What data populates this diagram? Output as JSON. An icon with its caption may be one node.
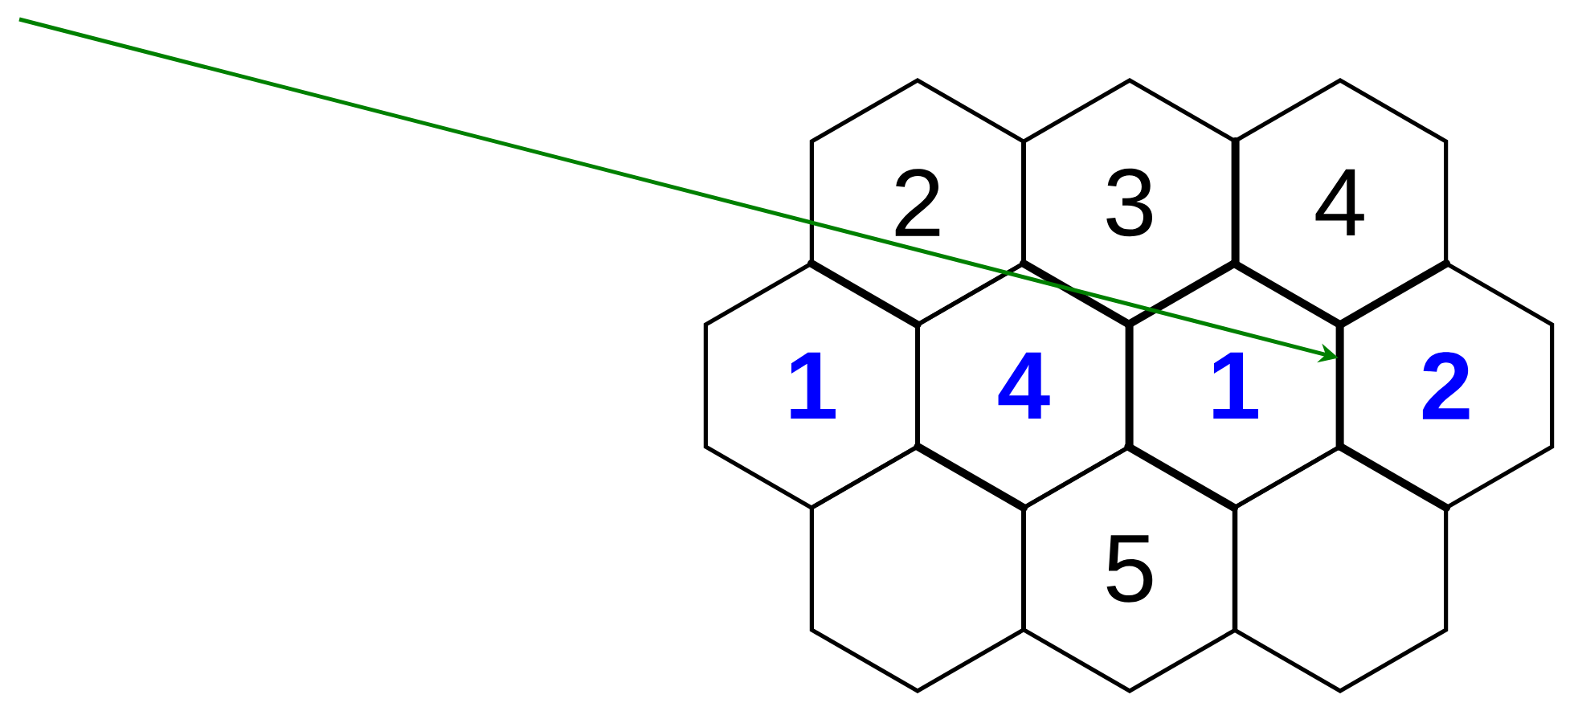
{
  "diagram": {
    "nodes": [
      {
        "text": [
          "2"
        ]
      },
      {
        "text": [
          "3"
        ]
      },
      {
        "text": [
          "4"
        ]
      },
      {
        "text": [
          "1"
        ]
      },
      {
        "text": [
          "4"
        ]
      },
      {
        "text": [
          "1"
        ]
      },
      {
        "text": [
          "2"
        ]
      },
      {
        "text": [],
        "shape": "hexagon"
      },
      {
        "text": [
          "5"
        ]
      },
      {
        "text": [],
        "shape": "hexagon"
      }
    ],
    "edges": [
      {
        "from": null,
        "to": 6,
        "arrow": "to",
        "color": "#008000"
      }
    ]
  }
}
